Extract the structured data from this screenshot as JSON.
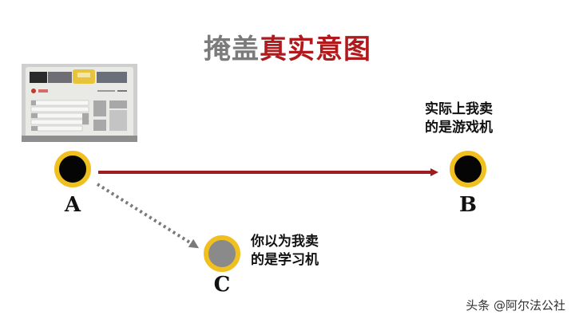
{
  "title": {
    "part1": "掩盖",
    "part2": "真实意图",
    "part1_color": "#7b7b7b",
    "part2_color": "#b11a1d"
  },
  "image": {
    "description": "keyboard-computer-photo"
  },
  "nodes": [
    {
      "id": "A",
      "label": "A",
      "fill": "#050505",
      "ring": "#f0c020"
    },
    {
      "id": "B",
      "label": "B",
      "fill": "#050505",
      "ring": "#f0c020"
    },
    {
      "id": "C",
      "label": "C",
      "fill": "#8a8a8a",
      "ring": "#f0c020"
    }
  ],
  "edges": [
    {
      "from": "A",
      "to": "B",
      "style": "solid",
      "color": "#9e1b1f"
    },
    {
      "from": "A",
      "to": "C",
      "style": "dotted",
      "color": "#7a7a7a"
    }
  ],
  "notes": {
    "b_line1": "实际上我卖",
    "b_line2": "的是游戏机",
    "c_line1": "你以为我卖",
    "c_line2": "的是学习机"
  },
  "watermark": "头条 @阿尔法公社"
}
